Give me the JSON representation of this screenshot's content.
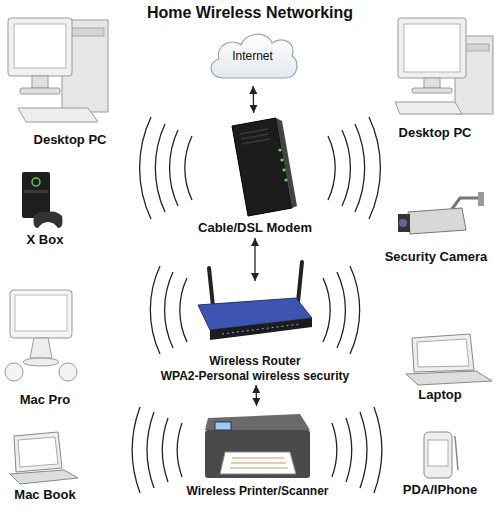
{
  "diagram": {
    "title": "Home Wireless Networking",
    "nodes": [
      {
        "text": [
          "Internet"
        ]
      },
      {
        "text": [
          "Desktop PC"
        ]
      },
      {
        "text": [
          "Desktop PC"
        ]
      },
      {
        "text": [
          "Cable/DSL Modem"
        ]
      },
      {
        "text": [
          "X Box"
        ]
      },
      {
        "text": [
          "Security Camera"
        ]
      },
      {
        "text": [
          "Wireless Router",
          "WPA2-Personal wireless security"
        ]
      },
      {
        "text": [
          "Mac Pro"
        ]
      },
      {
        "text": [
          "Laptop"
        ]
      },
      {
        "text": [
          "Mac Book"
        ]
      },
      {
        "text": [
          "Wireless Printer/Scanner"
        ]
      },
      {
        "text": [
          "PDA/IPhone"
        ]
      }
    ],
    "edges": [
      {
        "from": 0,
        "to": 3,
        "arrow": "both"
      },
      {
        "from": 3,
        "to": 6,
        "arrow": "both"
      },
      {
        "from": 6,
        "to": 10,
        "arrow": "both"
      }
    ]
  }
}
